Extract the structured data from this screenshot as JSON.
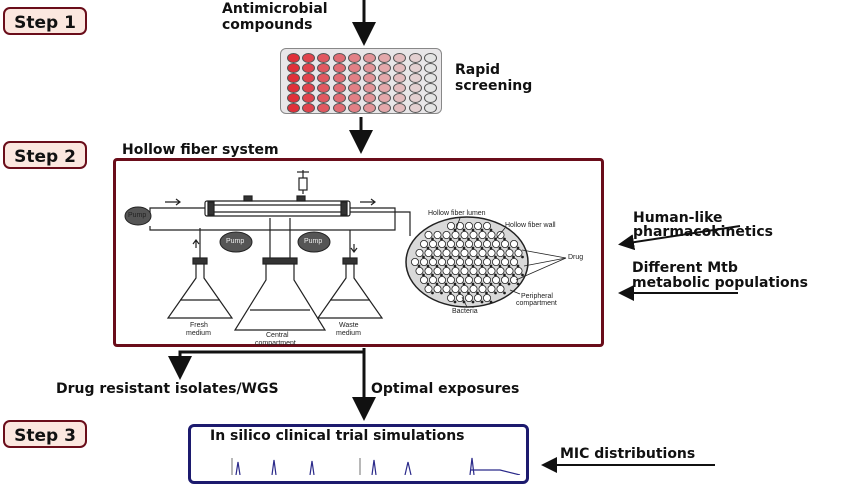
{
  "steps": [
    "Step 1",
    "Step 2",
    "Step 3"
  ],
  "labels": {
    "antimicrobial_1": "Antimicrobial",
    "antimicrobial_2": "compounds",
    "rapid_1": "Rapid",
    "rapid_2": "screening",
    "hollow_fiber_system": "Hollow fiber system",
    "human_like_1": "Human-like",
    "human_like_2": "pharmacokinetics",
    "mtb_1": "Different Mtb",
    "mtb_2": "metabolic populations",
    "drug_resistant": "Drug resistant isolates/WGS",
    "optimal_exposures": "Optimal exposures",
    "in_silico": "In silico clinical trial simulations",
    "mic_distributions": "MIC distributions"
  },
  "apparatus": {
    "pump": "Pump",
    "fresh_1": "Fresh",
    "fresh_2": "medium",
    "central_1": "Central",
    "central_2": "compartment",
    "waste_1": "Waste",
    "waste_2": "medium",
    "lumen": "Hollow fiber lumen",
    "wall": "Hollow fiber wall",
    "drug": "Drug",
    "peripheral_1": "Peripheral",
    "peripheral_2": "compartment",
    "bacteria": "Bacteria"
  },
  "colors": {
    "step_border": "#6a0d1a",
    "step_fill": "#fbe7df",
    "hollow_box_border": "#6a0d1a",
    "sim_box_border": "#1c1a6e",
    "well_red": "#e0303a",
    "well_grey": "#e4e4e4"
  }
}
